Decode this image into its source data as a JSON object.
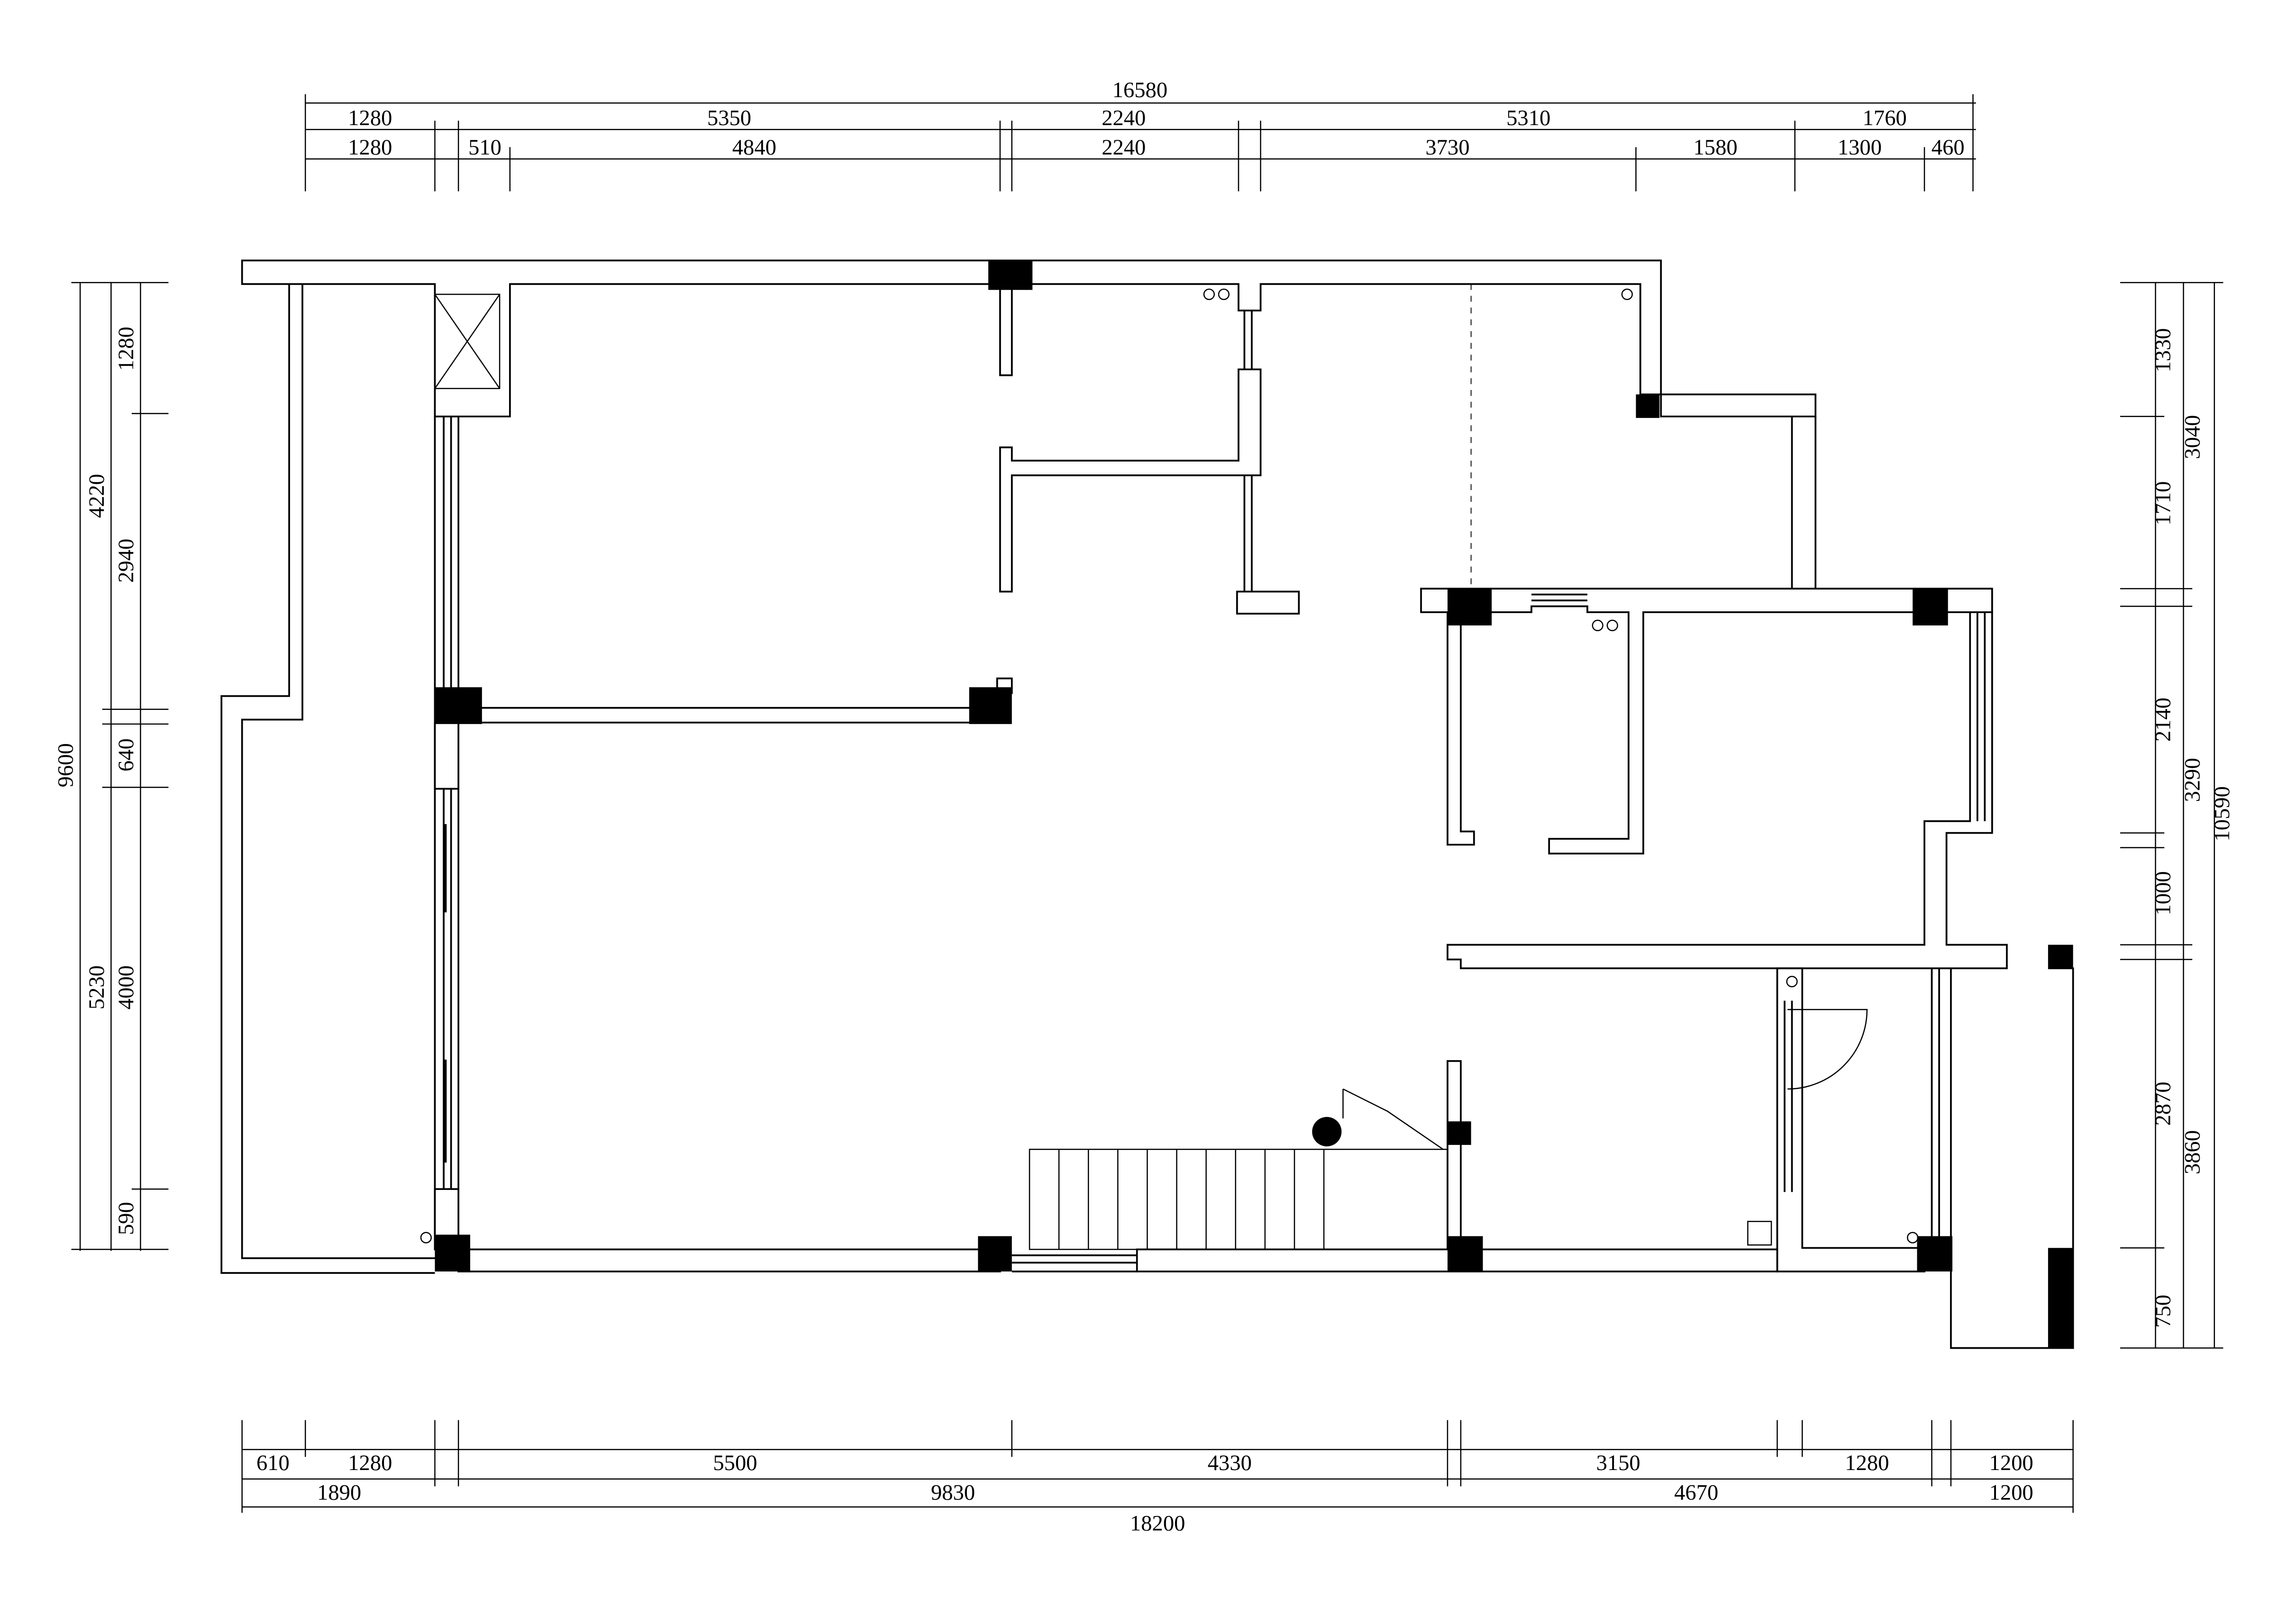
{
  "drawing": {
    "background": "#ffffff",
    "line_color": "#000000",
    "column_fill": "#000000"
  },
  "dimensions": {
    "top_total": "16580",
    "top_row1": [
      "1280",
      "5350",
      "2240",
      "5310",
      "1760"
    ],
    "top_row2": [
      "1280",
      "510",
      "4840",
      "2240",
      "3730",
      "1580",
      "1300",
      "460"
    ],
    "bottom_row1": [
      "610",
      "1280",
      "5500",
      "4330",
      "3150",
      "1280",
      "1200"
    ],
    "bottom_row2": [
      "1890",
      "9830",
      "4670",
      "1200"
    ],
    "bottom_total": "18200",
    "left_total": "9600",
    "left_row1": [
      "4220",
      "640",
      "5230"
    ],
    "left_row2": [
      "1280",
      "2940",
      "4000",
      "590"
    ],
    "right_row1": [
      "1330",
      "1710",
      "2140",
      "1000",
      "2870",
      "750"
    ],
    "right_row2": [
      "3040",
      "3290",
      "3860"
    ],
    "right_total": "10590"
  }
}
